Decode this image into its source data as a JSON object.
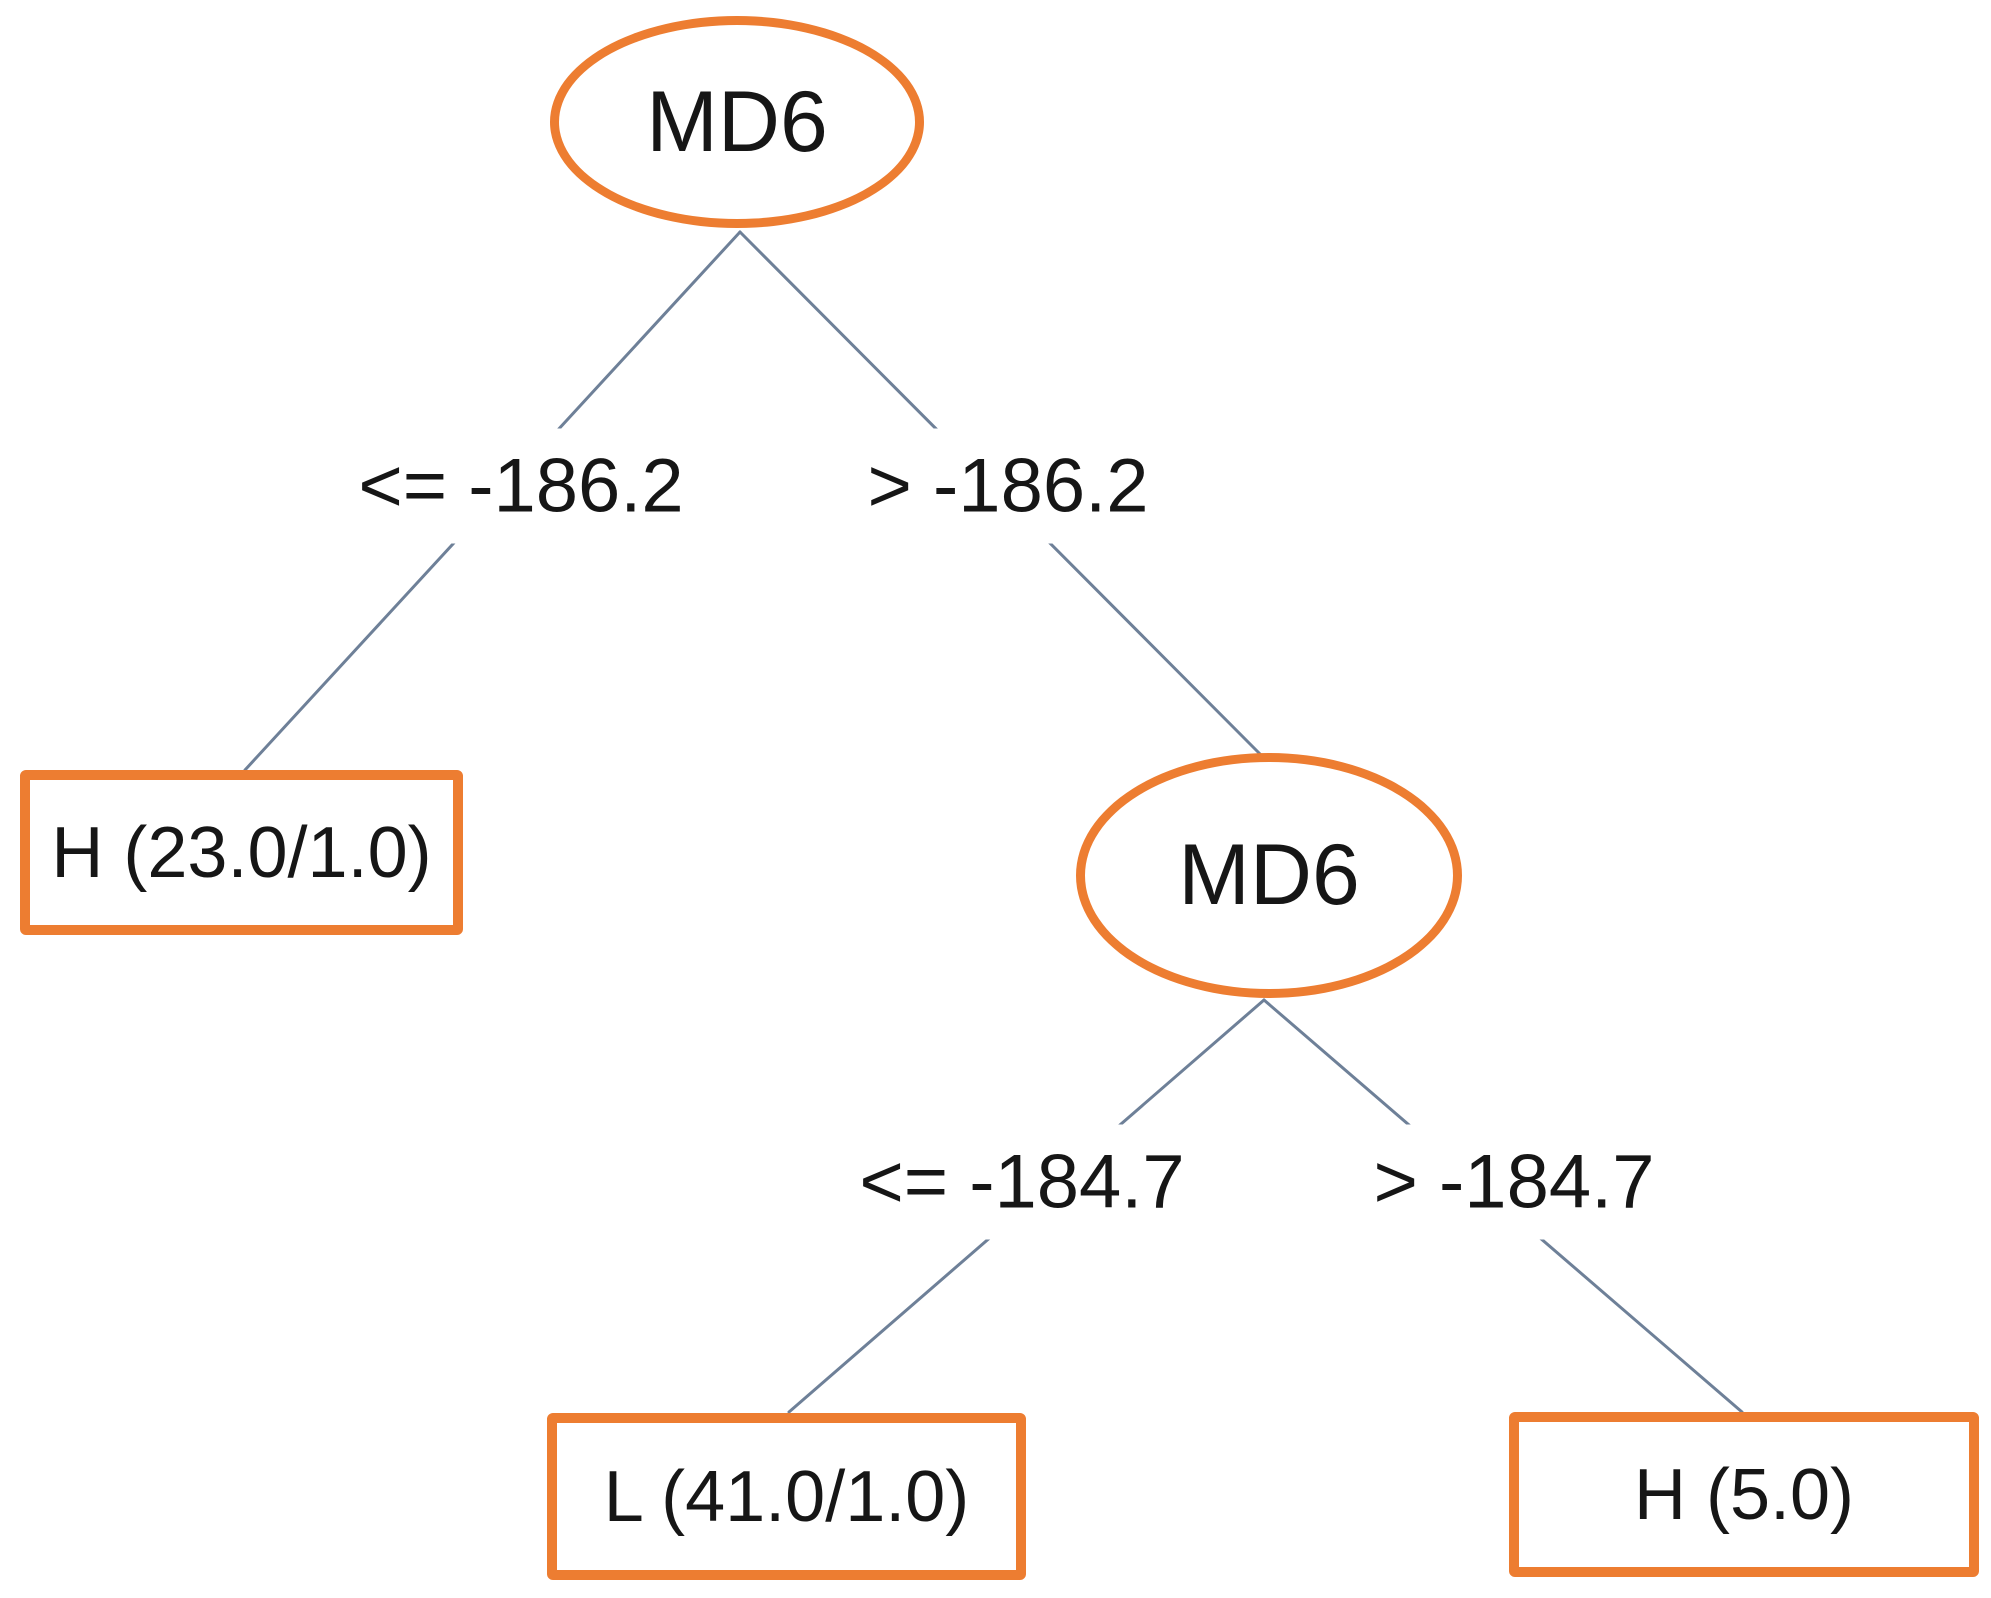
{
  "colors": {
    "accent": "#ED7D31",
    "line": "#6E8098",
    "text": "#161616",
    "background": "#FFFFFF"
  },
  "diagram_type": "decision-tree",
  "nodes": {
    "root": {
      "label": "MD6",
      "shape": "ellipse"
    },
    "node2": {
      "label": "MD6",
      "shape": "ellipse"
    },
    "leaf_h1": {
      "label": "H (23.0/1.0)",
      "shape": "rect"
    },
    "leaf_l": {
      "label": "L (41.0/1.0)",
      "shape": "rect"
    },
    "leaf_h2": {
      "label": "H (5.0)",
      "shape": "rect"
    }
  },
  "edges": {
    "root_left": {
      "label": "<= -186.2",
      "from": "root",
      "to": "leaf_h1"
    },
    "root_right": {
      "label": "> -186.2",
      "from": "root",
      "to": "node2"
    },
    "node2_left": {
      "label": "<= -184.7",
      "from": "node2",
      "to": "leaf_l"
    },
    "node2_right": {
      "label": "> -184.7",
      "from": "node2",
      "to": "leaf_h2"
    }
  }
}
